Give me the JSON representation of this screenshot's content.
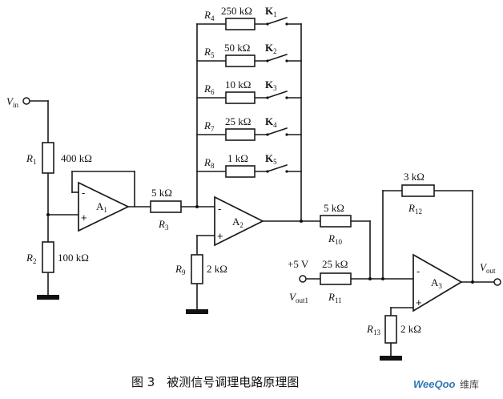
{
  "inputs": {
    "vin": "V",
    "vin_sub": "in",
    "plus5v": "+5 V",
    "vout1": "V",
    "vout1_sub": "out1",
    "vout": "V",
    "vout_sub": "out"
  },
  "resistors": {
    "r1": {
      "name": "R",
      "sub": "1",
      "value": "400 kΩ"
    },
    "r2": {
      "name": "R",
      "sub": "2",
      "value": "100 kΩ"
    },
    "r3": {
      "name": "R",
      "sub": "3",
      "value": "5 kΩ"
    },
    "r4": {
      "name": "R",
      "sub": "4",
      "value": "250 kΩ"
    },
    "r5": {
      "name": "R",
      "sub": "5",
      "value": "50 kΩ"
    },
    "r6": {
      "name": "R",
      "sub": "6",
      "value": "10 kΩ"
    },
    "r7": {
      "name": "R",
      "sub": "7",
      "value": "25 kΩ"
    },
    "r8": {
      "name": "R",
      "sub": "8",
      "value": "1 kΩ"
    },
    "r9": {
      "name": "R",
      "sub": "9",
      "value": "2 kΩ"
    },
    "r10": {
      "name": "R",
      "sub": "10",
      "value": "5 kΩ"
    },
    "r11": {
      "name": "R",
      "sub": "11",
      "value": "25 kΩ"
    },
    "r12": {
      "name": "R",
      "sub": "12",
      "value": "3 kΩ"
    },
    "r13": {
      "name": "R",
      "sub": "13",
      "value": "2 kΩ"
    }
  },
  "switches": {
    "k1": {
      "name": "K",
      "sub": "1"
    },
    "k2": {
      "name": "K",
      "sub": "2"
    },
    "k3": {
      "name": "K",
      "sub": "3"
    },
    "k4": {
      "name": "K",
      "sub": "4"
    },
    "k5": {
      "name": "K",
      "sub": "5"
    }
  },
  "amplifiers": {
    "a1": {
      "name": "A",
      "sub": "1",
      "minus": "-",
      "plus": "+"
    },
    "a2": {
      "name": "A",
      "sub": "2",
      "minus": "-",
      "plus": "+"
    },
    "a3": {
      "name": "A",
      "sub": "3",
      "minus": "-",
      "plus": "+"
    }
  },
  "caption": "图 3　被测信号调理电路原理图",
  "watermark": {
    "brand": "WeeQoo",
    "suffix": "维库"
  }
}
